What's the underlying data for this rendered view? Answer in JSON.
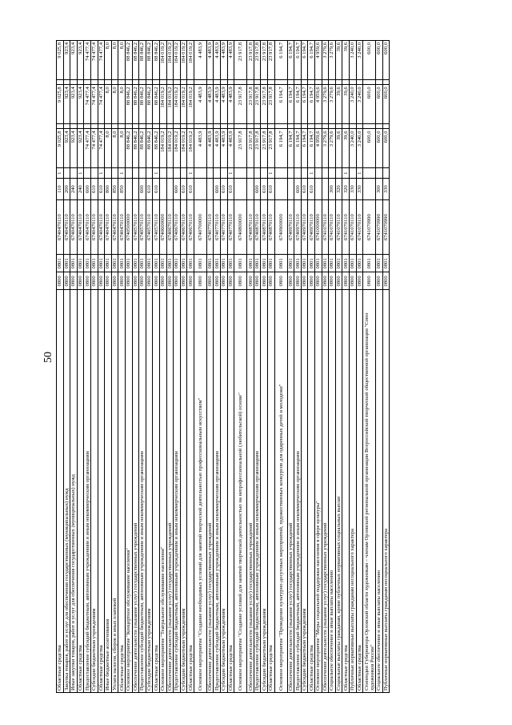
{
  "page_number": "50",
  "rows": [
    {
      "name": "Областные средства",
      "sec": "0800",
      "sub": "0801",
      "tgt": "6740470110",
      "vr": "110",
      "mk": "1",
      "v1": "9 025,8",
      "v2": "9 025,8",
      "v3": "9 025,8"
    },
    {
      "name": "Закупка товаров, работ и услуг для обеспечения государственных (муниципальных) нужд",
      "sec": "0800",
      "sub": "0801",
      "tgt": "6740470110",
      "vr": "200",
      "mk": "",
      "v1": "923,4",
      "v2": "923,4",
      "v3": "923,4"
    },
    {
      "name": "Иные закупки товаров, работ и услуг для обеспечения государственных (муниципальных) нужд",
      "sec": "0800",
      "sub": "0801",
      "tgt": "6740470110",
      "vr": "240",
      "mk": "",
      "v1": "923,4",
      "v2": "923,4",
      "v3": "923,4"
    },
    {
      "name": "Областные средства",
      "sec": "0800",
      "sub": "0801",
      "tgt": "6740470110",
      "vr": "240",
      "mk": "1",
      "v1": "923,4",
      "v2": "923,4",
      "v3": "923,4"
    },
    {
      "name": "Предоставление субсидий бюджетным, автономным учреждениям и иным некоммерческим организациям",
      "sec": "0800",
      "sub": "0801",
      "tgt": "6740470110",
      "vr": "600",
      "mk": "",
      "v1": "74 477,4",
      "v2": "74 477,4",
      "v3": "74 477,4"
    },
    {
      "name": "Субсидии бюджетным учреждениям",
      "sec": "0800",
      "sub": "0801",
      "tgt": "6740470110",
      "vr": "610",
      "mk": "",
      "v1": "74 477,4",
      "v2": "74 477,4",
      "v3": "74 477,4"
    },
    {
      "name": "Областные средства",
      "sec": "0800",
      "sub": "0801",
      "tgt": "6740470110",
      "vr": "610",
      "mk": "1",
      "v1": "74 477,4",
      "v2": "74 477,4",
      "v3": "74 477,4"
    },
    {
      "name": "Иные бюджетные ассигнования",
      "sec": "0800",
      "sub": "0801",
      "tgt": "6740470110",
      "vr": "800",
      "mk": "",
      "v1": "8,0",
      "v2": "8,0",
      "v3": "8,0"
    },
    {
      "name": "Уплата налогов, сборов и иных платежей",
      "sec": "0800",
      "sub": "0801",
      "tgt": "6740470110",
      "vr": "850",
      "mk": "",
      "v1": "8,0",
      "v2": "8,0",
      "v3": "8,0"
    },
    {
      "name": "Областные средства",
      "sec": "0800",
      "sub": "0801",
      "tgt": "6740470110",
      "vr": "850",
      "mk": "1",
      "v1": "8,0",
      "v2": "8,0",
      "v3": "8,0"
    },
    {
      "name": "Основное мероприятие \"Концертное обслуживание населения\"",
      "sec": "0800",
      "sub": "0801",
      "tgt": "6740500000",
      "vr": "",
      "mk": "",
      "v1": "88 846,2",
      "v2": "88 846,2",
      "v3": "88 846,2"
    },
    {
      "name": "Обеспечение деятельности (оказание услуг) государственных учреждений",
      "sec": "0800",
      "sub": "0801",
      "tgt": "6740570110",
      "vr": "",
      "mk": "",
      "v1": "88 846,2",
      "v2": "88 846,2",
      "v3": "88 846,2"
    },
    {
      "name": "Предоставление субсидий бюджетным, автономным учреждениям и иным некоммерческим организациям",
      "sec": "0800",
      "sub": "0801",
      "tgt": "6740570110",
      "vr": "600",
      "mk": "",
      "v1": "88 846,2",
      "v2": "88 846,2",
      "v3": "88 846,2"
    },
    {
      "name": "Субсидии бюджетным учреждениям",
      "sec": "0800",
      "sub": "0801",
      "tgt": "6740570110",
      "vr": "610",
      "mk": "",
      "v1": "88 846,2",
      "v2": "88 846,2",
      "v3": "88 846,2"
    },
    {
      "name": "Областные средства",
      "sec": "0800",
      "sub": "0801",
      "tgt": "6740570110",
      "vr": "610",
      "mk": "1",
      "v1": "88 846,2",
      "v2": "88 846,2",
      "v3": "88 846,2"
    },
    {
      "name": "Основное мероприятие \"Театральное обслуживание населения\"",
      "sec": "0800",
      "sub": "0801",
      "tgt": "6740600000",
      "vr": "",
      "mk": "",
      "v1": "184 019,2",
      "v2": "184 019,2",
      "v3": "184 019,2"
    },
    {
      "name": "Обеспечение деятельности (оказание услуг) государственных учреждений",
      "sec": "0800",
      "sub": "0801",
      "tgt": "6740670110",
      "vr": "",
      "mk": "",
      "v1": "184 019,2",
      "v2": "184 019,2",
      "v3": "184 019,2"
    },
    {
      "name": "Предоставление субсидий бюджетным, автономным учреждениям и иным некоммерческим организациям",
      "sec": "0800",
      "sub": "0801",
      "tgt": "6740670110",
      "vr": "600",
      "mk": "",
      "v1": "184 019,2",
      "v2": "184 019,2",
      "v3": "184 019,2"
    },
    {
      "name": "Субсидии бюджетным учреждениям",
      "sec": "0800",
      "sub": "0801",
      "tgt": "6740670110",
      "vr": "610",
      "mk": "",
      "v1": "184 019,2",
      "v2": "184 019,2",
      "v3": "184 019,2"
    },
    {
      "name": "Областные средства",
      "sec": "0800",
      "sub": "0801",
      "tgt": "6740670110",
      "vr": "610",
      "mk": "1",
      "v1": "184 019,2",
      "v2": "184 019,2",
      "v3": "184 019,2"
    },
    {
      "name": "Основное мероприятие \"Создание необходимых условий для занятий творческой деятельностью профессиональным искусством\"",
      "sec": "0800",
      "sub": "0801",
      "tgt": "6740700000",
      "vr": "",
      "mk": "",
      "v1": "4 483,9",
      "v2": "4 483,9",
      "v3": "4 483,9",
      "tall": true
    },
    {
      "name": "Обеспечение деятельности (оказание услуг) государственных учреждений",
      "sec": "0800",
      "sub": "0801",
      "tgt": "6740770110",
      "vr": "",
      "mk": "",
      "v1": "4 483,9",
      "v2": "4 483,9",
      "v3": "4 483,9"
    },
    {
      "name": "Предоставление субсидий бюджетным, автономным учреждениям и иным некоммерческим организациям",
      "sec": "0800",
      "sub": "0801",
      "tgt": "6740770110",
      "vr": "600",
      "mk": "",
      "v1": "4 483,9",
      "v2": "4 483,9",
      "v3": "4 483,9"
    },
    {
      "name": "Субсидии бюджетным учреждениям",
      "sec": "0800",
      "sub": "0801",
      "tgt": "6740770110",
      "vr": "610",
      "mk": "",
      "v1": "4 483,9",
      "v2": "4 483,9",
      "v3": "4 483,9"
    },
    {
      "name": "Областные средства",
      "sec": "0800",
      "sub": "0801",
      "tgt": "6740770110",
      "vr": "610",
      "mk": "1",
      "v1": "4 483,9",
      "v2": "4 483,9",
      "v3": "4 483,9"
    },
    {
      "name": "Основное мероприятие \"Создание условий для занятий творческой деятельностью на непрофессиональной (любительской) основе\"",
      "sec": "0800",
      "sub": "0801",
      "tgt": "6740800000",
      "vr": "",
      "mk": "",
      "v1": "23 917,8",
      "v2": "23 917,8",
      "v3": "23 917,8",
      "tall": true
    },
    {
      "name": "Обеспечение деятельности (оказание услуг) государственных учреждений",
      "sec": "0800",
      "sub": "0801",
      "tgt": "6740870110",
      "vr": "",
      "mk": "",
      "v1": "23 917,8",
      "v2": "23 917,8",
      "v3": "23 917,8"
    },
    {
      "name": "Предоставление субсидий бюджетным, автономным учреждениям и иным некоммерческим организациям",
      "sec": "0800",
      "sub": "0801",
      "tgt": "6740870110",
      "vr": "600",
      "mk": "",
      "v1": "23 917,8",
      "v2": "23 917,8",
      "v3": "23 917,8"
    },
    {
      "name": "Субсидии бюджетным учреждениям",
      "sec": "0800",
      "sub": "0801",
      "tgt": "6740870110",
      "vr": "610",
      "mk": "",
      "v1": "23 917,8",
      "v2": "23 917,8",
      "v3": "23 917,8"
    },
    {
      "name": "Областные средства",
      "sec": "0800",
      "sub": "0801",
      "tgt": "6740870110",
      "vr": "610",
      "mk": "1",
      "v1": "23 917,8",
      "v2": "23 917,8",
      "v3": "23 917,8"
    },
    {
      "name": "Основное мероприятие \"Проведение культурно-досуговых мероприятий, художественных конкурсов для одаренных детей и молодежи\"",
      "sec": "0800",
      "sub": "0801",
      "tgt": "6740900000",
      "vr": "",
      "mk": "",
      "v1": "6 194,7",
      "v2": "6 194,7",
      "v3": "6 194,7",
      "tall": true
    },
    {
      "name": "Обеспечение деятельности (оказание услуг) государственных учреждений",
      "sec": "0800",
      "sub": "0801",
      "tgt": "6740970110",
      "vr": "",
      "mk": "",
      "v1": "6 194,7",
      "v2": "6 194,7",
      "v3": "6 194,7"
    },
    {
      "name": "Предоставление субсидий бюджетным, автономным учреждениям и иным некоммерческим организациям",
      "sec": "0800",
      "sub": "0801",
      "tgt": "6740970110",
      "vr": "600",
      "mk": "",
      "v1": "6 194,7",
      "v2": "6 194,7",
      "v3": "6 194,7"
    },
    {
      "name": "Субсидии бюджетным учреждениям",
      "sec": "0800",
      "sub": "0801",
      "tgt": "6740970110",
      "vr": "610",
      "mk": "",
      "v1": "6 194,7",
      "v2": "6 194,7",
      "v3": "6 194,7"
    },
    {
      "name": "Областные средства",
      "sec": "0800",
      "sub": "0801",
      "tgt": "6740970110",
      "vr": "610",
      "mk": "1",
      "v1": "6 194,7",
      "v2": "6 194,7",
      "v3": "6 194,7"
    },
    {
      "name": "Основное мероприятие \"Меры социальной поддержки населения в сфере культуры\"",
      "sec": "0800",
      "sub": "0801",
      "tgt": "6741000000",
      "vr": "",
      "mk": "",
      "v1": "4 959,6",
      "v2": "4 959,6",
      "v3": "4 959,6"
    },
    {
      "name": "Обеспечение деятельности (оказание услуг) государственных учреждений",
      "sec": "0800",
      "sub": "0801",
      "tgt": "6741070110",
      "vr": "",
      "mk": "",
      "v1": "3 279,6",
      "v2": "3 279,6",
      "v3": "3 279,6"
    },
    {
      "name": "Социальное обеспечение и иные выплаты населению",
      "sec": "0800",
      "sub": "0801",
      "tgt": "6741070110",
      "vr": "300",
      "mk": "",
      "v1": "3 279,6",
      "v2": "3 279,6",
      "v3": "3 279,6"
    },
    {
      "name": "Социальные выплаты гражданам, кроме публичных нормативных социальных выплат",
      "sec": "0800",
      "sub": "0801",
      "tgt": "6741070110",
      "vr": "320",
      "mk": "",
      "v1": "39,6",
      "v2": "39,6",
      "v3": "39,6"
    },
    {
      "name": "Областные средства",
      "sec": "0800",
      "sub": "0801",
      "tgt": "6741070110",
      "vr": "320",
      "mk": "1",
      "v1": "39,6",
      "v2": "39,6",
      "v3": "39,6"
    },
    {
      "name": "Публичные нормативные выплаты гражданам несоциального характера",
      "sec": "0800",
      "sub": "0801",
      "tgt": "6741070110",
      "vr": "330",
      "mk": "",
      "v1": "3 240,0",
      "v2": "3 240,0",
      "v3": "3 240,0"
    },
    {
      "name": "Областные средства",
      "sec": "0800",
      "sub": "0801",
      "tgt": "6741070110",
      "vr": "330",
      "mk": "1",
      "v1": "3 240,0",
      "v2": "3 240,0",
      "v3": "3 240,0"
    },
    {
      "name": "Стипендии Губернатора Орловской области художникам – членам Орловской региональной организации Всероссийской творческой общественной организации \"Союз художников России\"",
      "sec": "0800",
      "sub": "0801",
      "tgt": "6741070990",
      "vr": "",
      "mk": "",
      "v1": "600,0",
      "v2": "600,0",
      "v3": "600,0",
      "tall": true
    },
    {
      "name": "Социальное обеспечение и иные выплаты населению",
      "sec": "0800",
      "sub": "0801",
      "tgt": "6741070990",
      "vr": "300",
      "mk": "",
      "v1": "600,0",
      "v2": "600,0",
      "v3": "600,0"
    },
    {
      "name": "Публичные нормативные выплаты гражданам несоциального характера",
      "sec": "0800",
      "sub": "0801",
      "tgt": "6741070990",
      "vr": "330",
      "mk": "",
      "v1": "600,0",
      "v2": "600,0",
      "v3": "600,0"
    }
  ]
}
